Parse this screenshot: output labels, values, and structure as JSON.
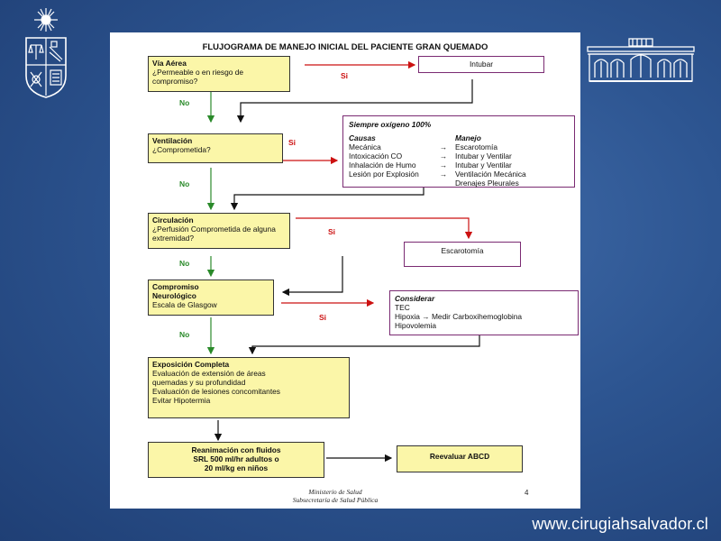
{
  "flowchart": {
    "title": "FLUJOGRAMA DE MANEJO INICIAL DEL PACIENTE GRAN QUEMADO",
    "via_aerea": {
      "title": "Vía Aérea",
      "text": "¿Permeable o en riesgo de compromiso?"
    },
    "intubar": "Intubar",
    "ventilacion": {
      "title": "Ventilación",
      "text": "¿Comprometida?"
    },
    "oxigeno_box": {
      "header": "Siempre oxígeno 100%",
      "col_causas": "Causas",
      "col_manejo": "Manejo",
      "rows": [
        {
          "causa": "Mecánica",
          "arrow": "→",
          "manejo": "Escarotomía"
        },
        {
          "causa": "Intoxicación CO",
          "arrow": "→",
          "manejo": "Intubar y Ventilar"
        },
        {
          "causa": "Inhalación  de Humo",
          "arrow": "→",
          "manejo": "Intubar y Ventilar"
        },
        {
          "causa": "Lesión por Explosión",
          "arrow": "→",
          "manejo": "Ventilación Mecánica"
        },
        {
          "causa": "",
          "arrow": "",
          "manejo": "Drenajes Pleurales"
        }
      ]
    },
    "circulacion": {
      "title": "Circulación",
      "text": "¿Perfusión Comprometida de alguna extremidad?"
    },
    "escarotomia": "Escarotomía",
    "compromiso": {
      "title1": "Compromiso",
      "title2": "Neurológico",
      "text": "Escala de Glasgow"
    },
    "considerar": {
      "header": "Considerar",
      "items": [
        "TEC",
        "Hipoxia → Medir  Carboxihemoglobina",
        "Hipovolemia"
      ]
    },
    "exposicion": {
      "title": "Exposición Completa",
      "lines": [
        "Evaluación de extensión de áreas",
        "quemadas y su profundidad",
        "Evaluación de lesiones concomitantes",
        "Evitar Hipotermia"
      ]
    },
    "reanimacion": [
      "Reanimación con fluidos",
      "SRL  500 ml/hr adultos o",
      "20  ml/kg en niños"
    ],
    "reevaluar": "Reevaluar ABCD",
    "si_label": "Si",
    "no_label": "No",
    "footer": [
      "Ministerio de Salud",
      "Subsecretaría de Salud Pública"
    ],
    "page_number": "4"
  },
  "site_url": "www.cirugiahsalvador.cl",
  "colors": {
    "background": "#2d5591",
    "box_fill": "#fbf6a8",
    "box_border_purple": "#7a2a72",
    "arrow_red": "#cc1111",
    "arrow_green": "#2a8a2a"
  }
}
